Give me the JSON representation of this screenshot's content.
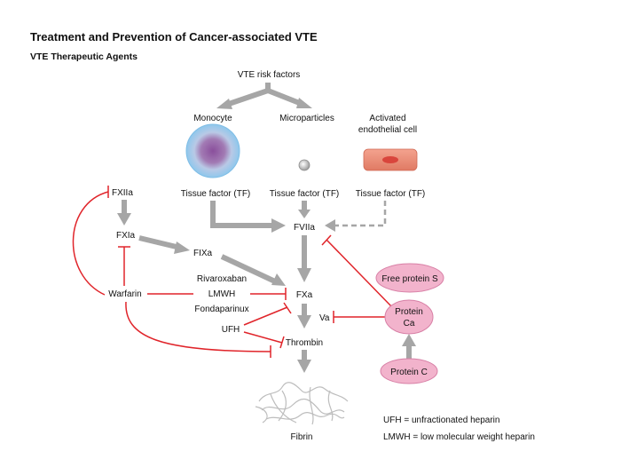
{
  "header": {
    "title": "Treatment and Prevention of Cancer-associated VTE",
    "subtitle": "VTE Therapeutic Agents"
  },
  "diagram": {
    "risk_factors": "VTE risk factors",
    "monocyte": "Monocyte",
    "microparticles": "Microparticles",
    "activated_cell_line1": "Activated",
    "activated_cell_line2": "endothelial cell",
    "tf_monocyte": "Tissue factor (TF)",
    "tf_microparticles": "Tissue factor (TF)",
    "tf_endothelial": "Tissue factor (TF)",
    "fxiia": "FXIIa",
    "fxia": "FXIa",
    "fixa": "FIXa",
    "fviia": "FVIIa",
    "fxa": "FXa",
    "va": "Va",
    "thrombin": "Thrombin",
    "fibrin": "Fibrin",
    "warfarin": "Warfarin",
    "rivaroxaban": "Rivaroxaban",
    "lmwh": "LMWH",
    "fondaparinux": "Fondaparinux",
    "ufh": "UFH",
    "free_protein_s": "Free protein S",
    "protein_ca_line1": "Protein",
    "protein_ca_line2": "Ca",
    "protein_c": "Protein C"
  },
  "legend": {
    "ufh_def": "UFH = unfractionated heparin",
    "lmwh_def": "LMWH = low molecular weight heparin"
  },
  "colors": {
    "arrow_gray": "#a6a6a6",
    "inhibit_red": "#e0242a",
    "pink_fill": "#f2b3cc",
    "pink_stroke": "#d880a6"
  }
}
